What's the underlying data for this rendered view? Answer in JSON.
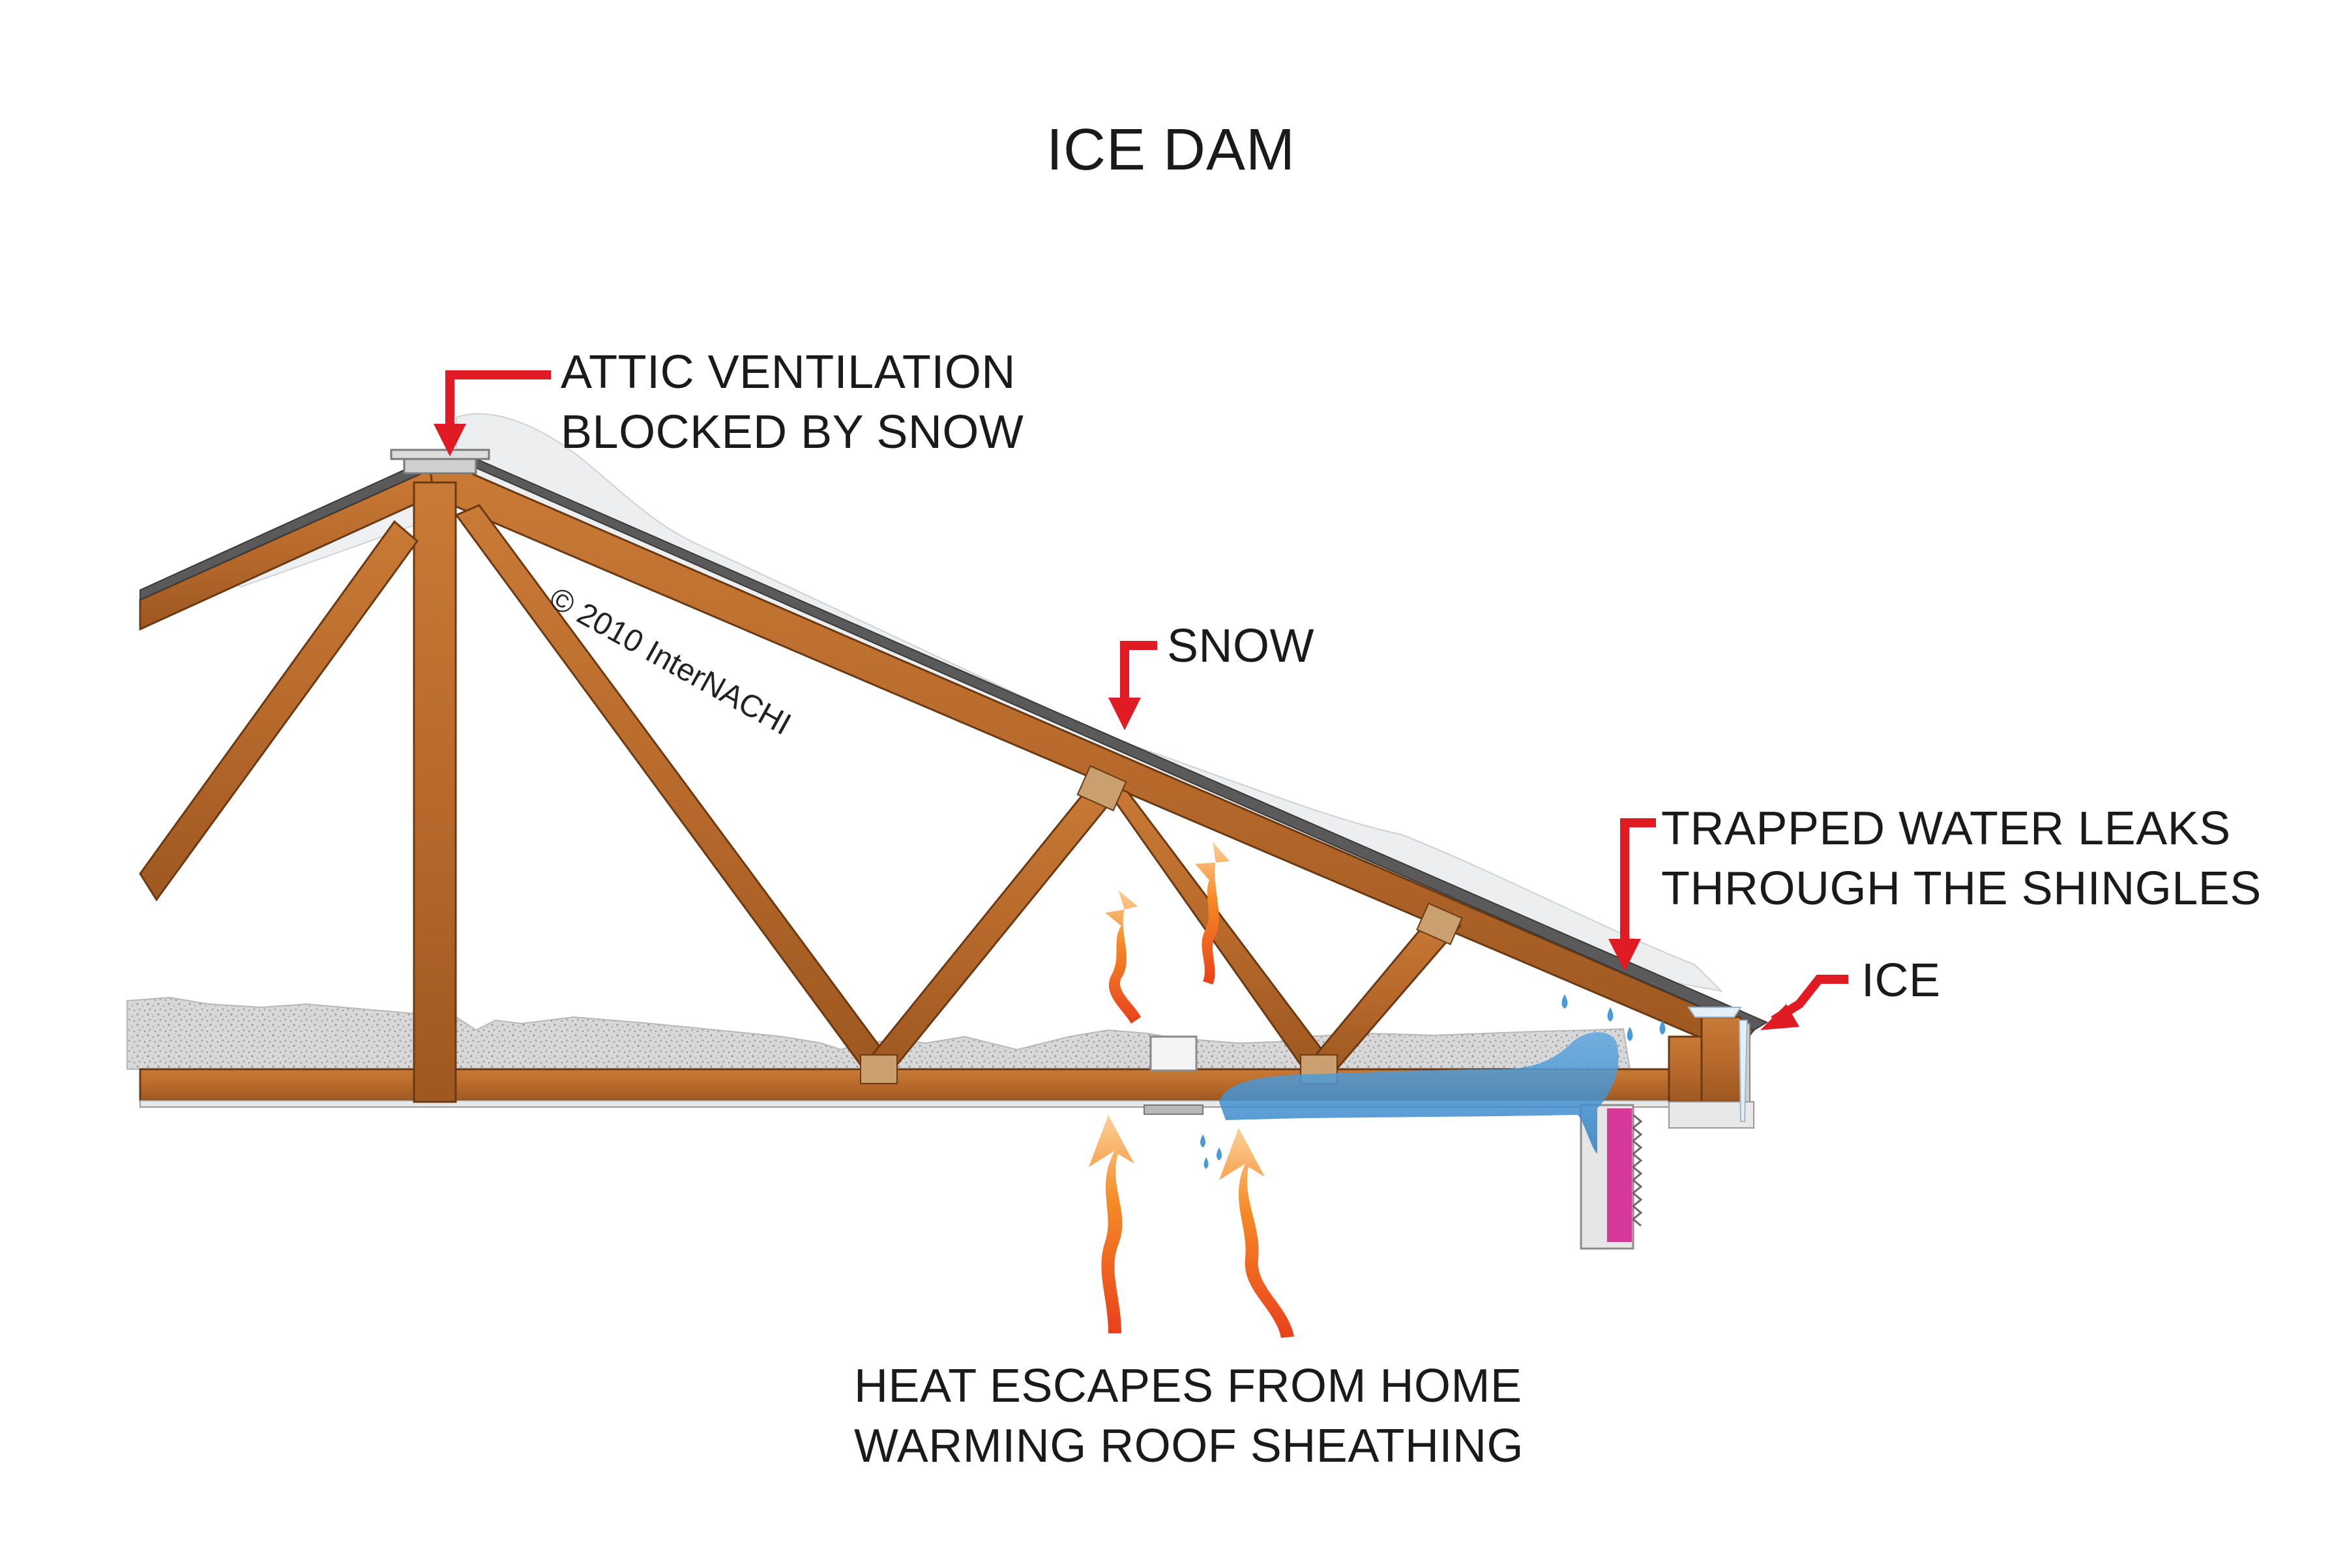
{
  "diagram": {
    "title": "ICE DAM",
    "copyright": "© 2010 InterNACHI",
    "labels": {
      "attic_ventilation": [
        "ATTIC VENTILATION",
        "BLOCKED BY SNOW"
      ],
      "snow": "SNOW",
      "trapped_water": [
        "TRAPPED WATER LEAKS",
        "THROUGH THE SHINGLES"
      ],
      "ice": "ICE",
      "heat_escapes": [
        "HEAT ESCAPES FROM HOME",
        "WARMING ROOF SHEATHING"
      ]
    },
    "colors": {
      "wood": "#b86a2c",
      "wood_dark": "#7a4216",
      "insulation": "#d9d9d9",
      "snow": "#eceef0",
      "water": "#3b8fd0",
      "callout": "#e01b24",
      "heat": "#f07a1a",
      "wall_pink": "#d6399a"
    }
  }
}
